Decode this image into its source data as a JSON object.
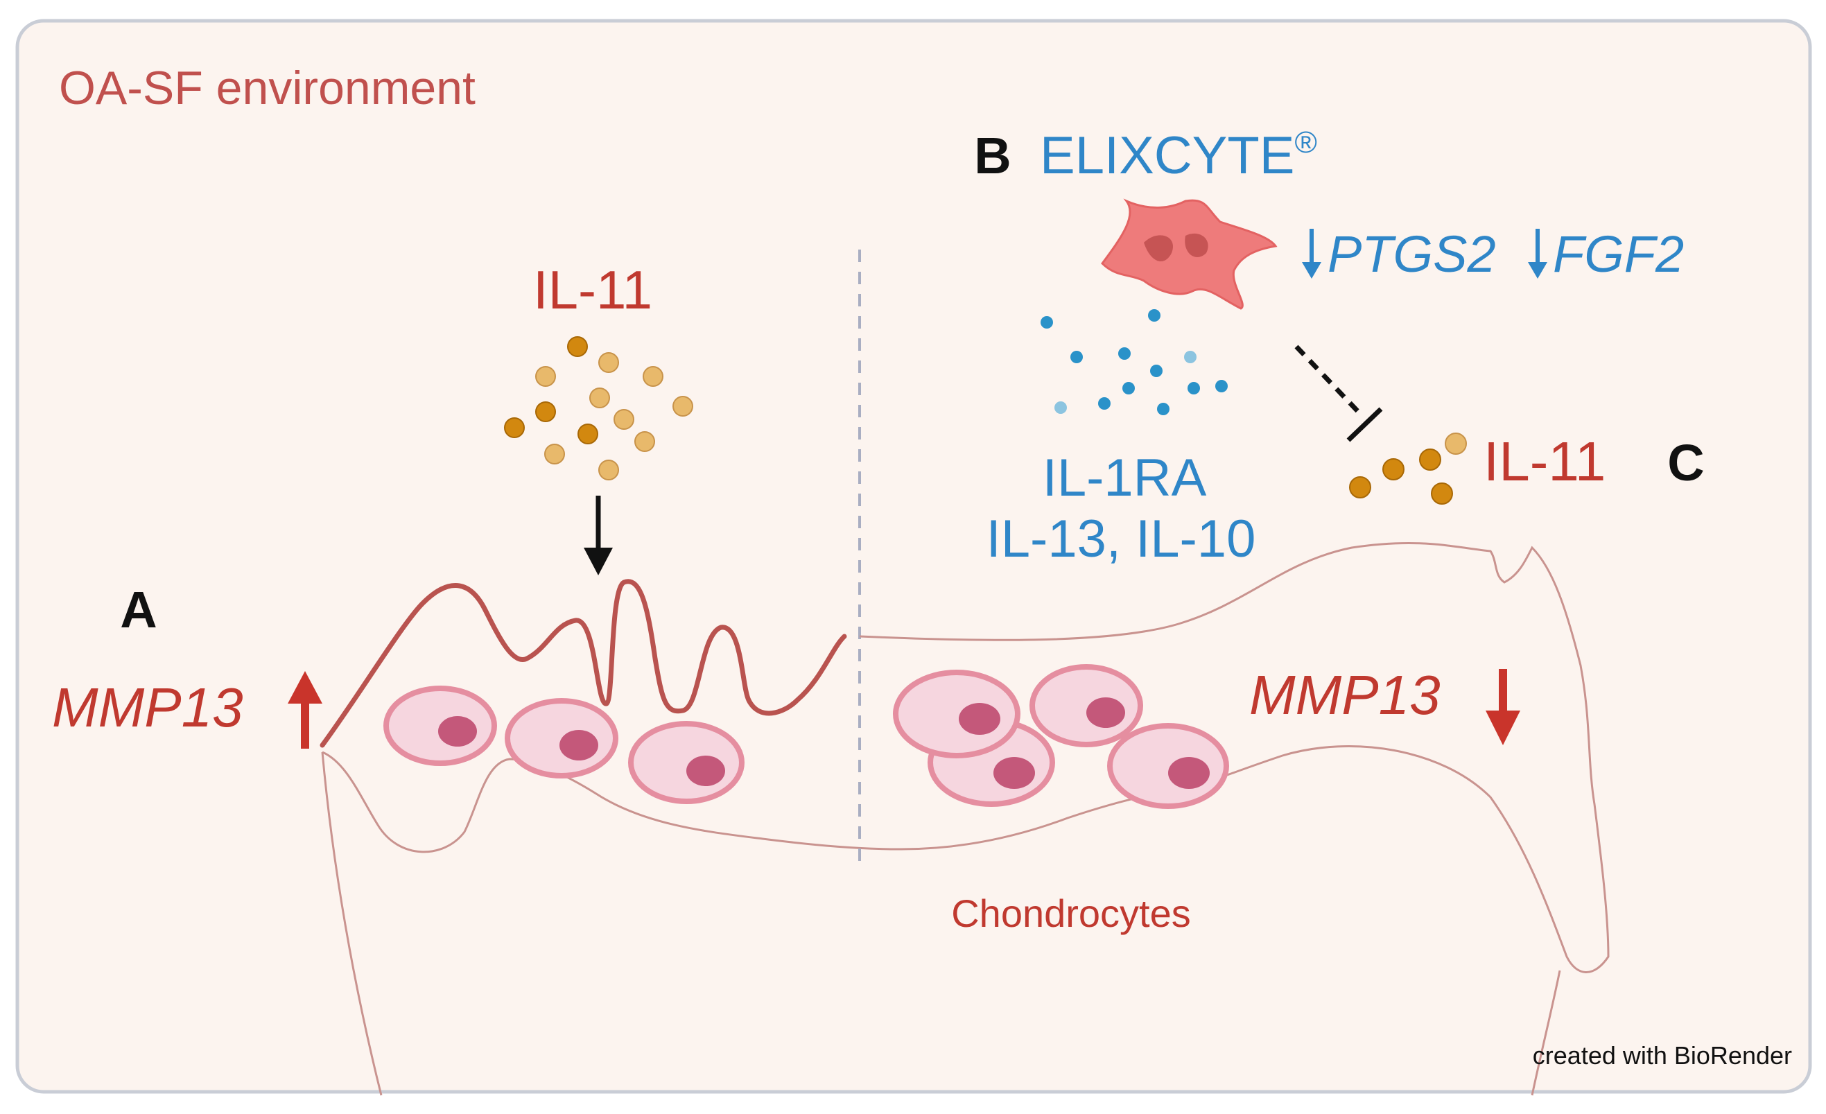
{
  "panel": {
    "title": "OA-SF environment",
    "credit": "created with BioRender",
    "border_color": "#c9cdd6",
    "background": "#fcf4ef"
  },
  "labels": {
    "a": "A",
    "b": "B",
    "c": "C"
  },
  "left": {
    "cytokine": "IL-11",
    "gene": "MMP13",
    "gene_direction": "up"
  },
  "right": {
    "cell_name": "ELIXCYTE",
    "cell_name_mark": "®",
    "downregulated_genes": [
      "PTGS2",
      "FGF2"
    ],
    "secreted_factors_line1": "IL-1RA",
    "secreted_factors_line2": "IL-13, IL-10",
    "inhibited_cytokine": "IL-11",
    "gene": "MMP13",
    "gene_direction": "down"
  },
  "bottom": {
    "tissue_label": "Chondrocytes"
  },
  "colors": {
    "red_text": "#c0392f",
    "title_red": "#c0504d",
    "blue_text": "#2f86c8",
    "arrow_red": "#c9342b",
    "arrow_blue": "#2f86c8",
    "tissue_line": "#b9534f",
    "bone_line": "#c9938f",
    "cell_fill": "#f6d6df",
    "cell_edge": "#e58ea0",
    "nucleus": "#c4587a",
    "il11_dark": "#d2880f",
    "il11_light": "#e8b96b",
    "blue_dot": "#2a92c9",
    "blue_dot_light": "#8cc4e0",
    "msc_fill": "#ee7b7b",
    "black": "#111111"
  }
}
